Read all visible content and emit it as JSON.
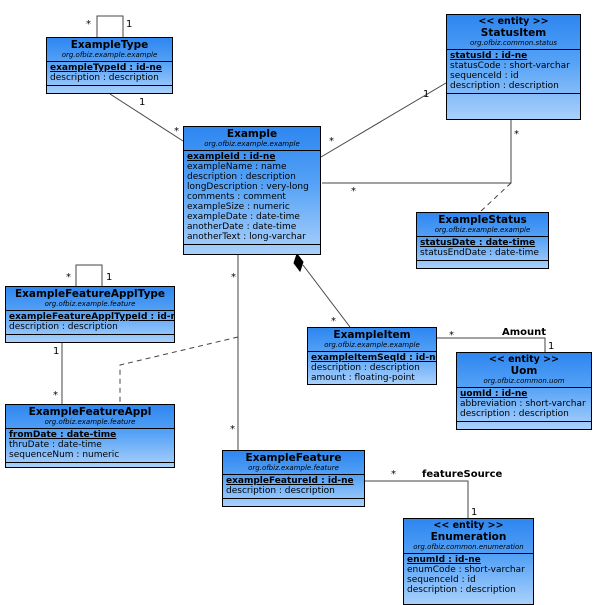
{
  "entities": {
    "example_type": {
      "name": "ExampleType",
      "package": "org.ofbiz.example.example",
      "pk": [
        "exampleTypeId : id-ne"
      ],
      "attrs": [
        "description : description"
      ]
    },
    "status_item": {
      "stereotype": "<< entity >>",
      "name": "StatusItem",
      "package": "org.ofbiz.common.status",
      "pk": [
        "statusId : id-ne"
      ],
      "attrs": [
        "statusCode : short-varchar",
        "sequenceId : id",
        "description : description"
      ]
    },
    "example": {
      "name": "Example",
      "package": "org.ofbiz.example.example",
      "pk": [
        "exampleId : id-ne"
      ],
      "attrs": [
        "exampleName : name",
        "description : description",
        "longDescription : very-long",
        "comments : comment",
        "exampleSize : numeric",
        "exampleDate : date-time",
        "anotherDate : date-time",
        "anotherText : long-varchar"
      ]
    },
    "example_status": {
      "name": "ExampleStatus",
      "package": "org.ofbiz.example.example",
      "pk": [
        "statusDate : date-time"
      ],
      "attrs": [
        "statusEndDate : date-time"
      ]
    },
    "example_feature_appl_type": {
      "name": "ExampleFeatureApplType",
      "package": "org.ofbiz.example.feature",
      "pk": [
        "exampleFeatureApplTypeId : id-ne"
      ],
      "attrs": [
        "description : description"
      ]
    },
    "example_item": {
      "name": "ExampleItem",
      "package": "org.ofbiz.example.example",
      "pk": [
        "exampleItemSeqId : id-ne"
      ],
      "attrs": [
        "description : description",
        "amount : floating-point"
      ]
    },
    "uom": {
      "stereotype": "<< entity >>",
      "name": "Uom",
      "package": "org.ofbiz.common.uom",
      "pk": [
        "uomId : id-ne"
      ],
      "attrs": [
        "abbreviation : short-varchar",
        "description : description"
      ]
    },
    "example_feature_appl": {
      "name": "ExampleFeatureAppl",
      "package": "org.ofbiz.example.feature",
      "pk": [
        "fromDate : date-time"
      ],
      "attrs": [
        "thruDate : date-time",
        "sequenceNum : numeric"
      ]
    },
    "example_feature": {
      "name": "ExampleFeature",
      "package": "org.ofbiz.example.feature",
      "pk": [
        "exampleFeatureId : id-ne"
      ],
      "attrs": [
        "description : description"
      ]
    },
    "enumeration": {
      "stereotype": "<< entity >>",
      "name": "Enumeration",
      "package": "org.ofbiz.common.enumeration",
      "pk": [
        "enumId : id-ne"
      ],
      "attrs": [
        "enumCode : short-varchar",
        "sequenceId : id",
        "description : description"
      ]
    }
  },
  "multiplicities": {
    "many": "*",
    "one": "1"
  },
  "roles": {
    "amount": "Amount",
    "feature_source": "featureSource"
  }
}
